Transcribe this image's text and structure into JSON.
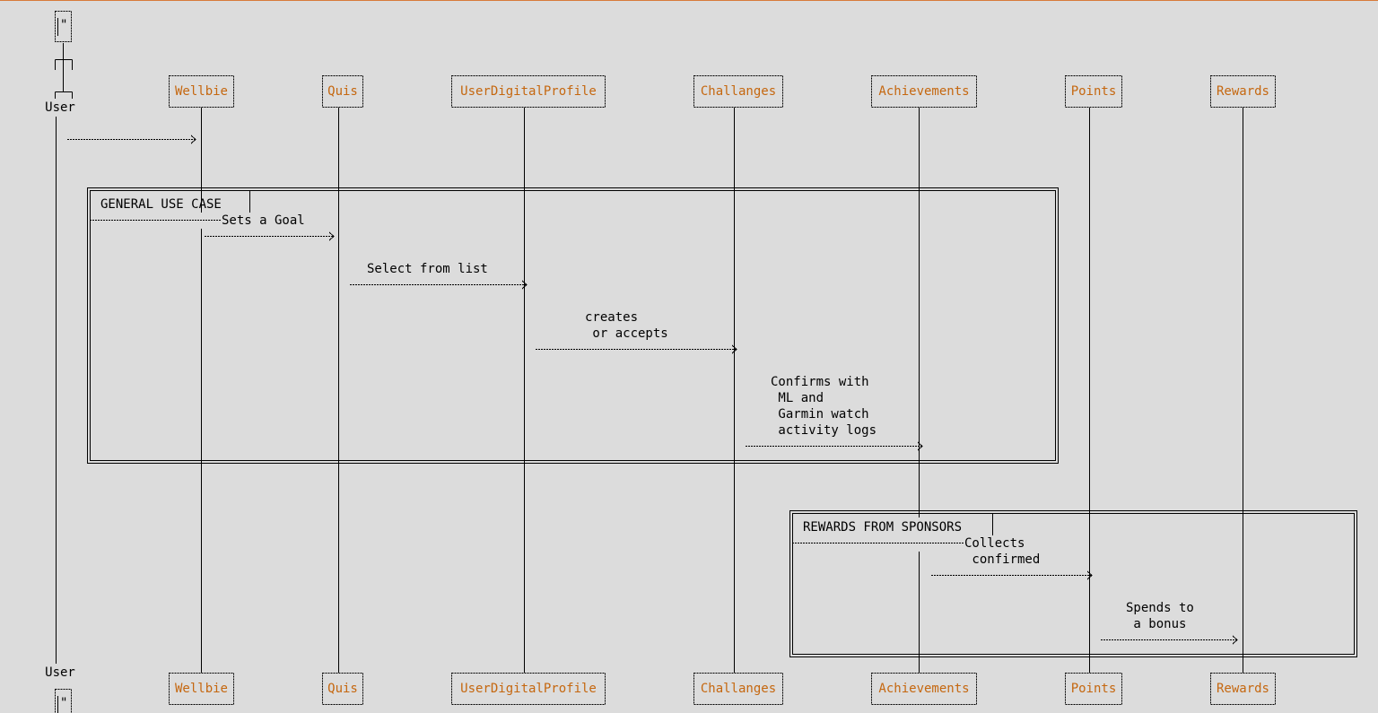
{
  "actor": {
    "name": "User"
  },
  "participants": [
    {
      "name": "Wellbie"
    },
    {
      "name": "Quis"
    },
    {
      "name": "UserDigitalProfile"
    },
    {
      "name": "Challanges"
    },
    {
      "name": "Achievements"
    },
    {
      "name": "Points"
    },
    {
      "name": "Rewards"
    }
  ],
  "fragments": [
    {
      "label": "GENERAL USE CASE"
    },
    {
      "label": "REWARDS FROM SPONSORS"
    }
  ],
  "messages": [
    {
      "from": "User",
      "to": "Wellbie",
      "text": []
    },
    {
      "from": "Wellbie",
      "to": "Quis",
      "text": [
        "Sets a Goal"
      ]
    },
    {
      "from": "Quis",
      "to": "UserDigitalProfile",
      "text": [
        "Select from list"
      ]
    },
    {
      "from": "UserDigitalProfile",
      "to": "Challanges",
      "text": [
        "creates",
        " or accepts"
      ]
    },
    {
      "from": "Challanges",
      "to": "Achievements",
      "text": [
        "Confirms with",
        " ML and",
        " Garmin watch",
        " activity logs"
      ]
    },
    {
      "from": "Achievements",
      "to": "Points",
      "text": [
        "Collects",
        " confirmed"
      ]
    },
    {
      "from": "Points",
      "to": "Rewards",
      "text": [
        "Spends to",
        " a bonus"
      ]
    }
  ],
  "colors": {
    "background": "#dcdcdc",
    "participant_text": "#c5670f",
    "line": "#000000",
    "top_border": "#d87a3a"
  }
}
